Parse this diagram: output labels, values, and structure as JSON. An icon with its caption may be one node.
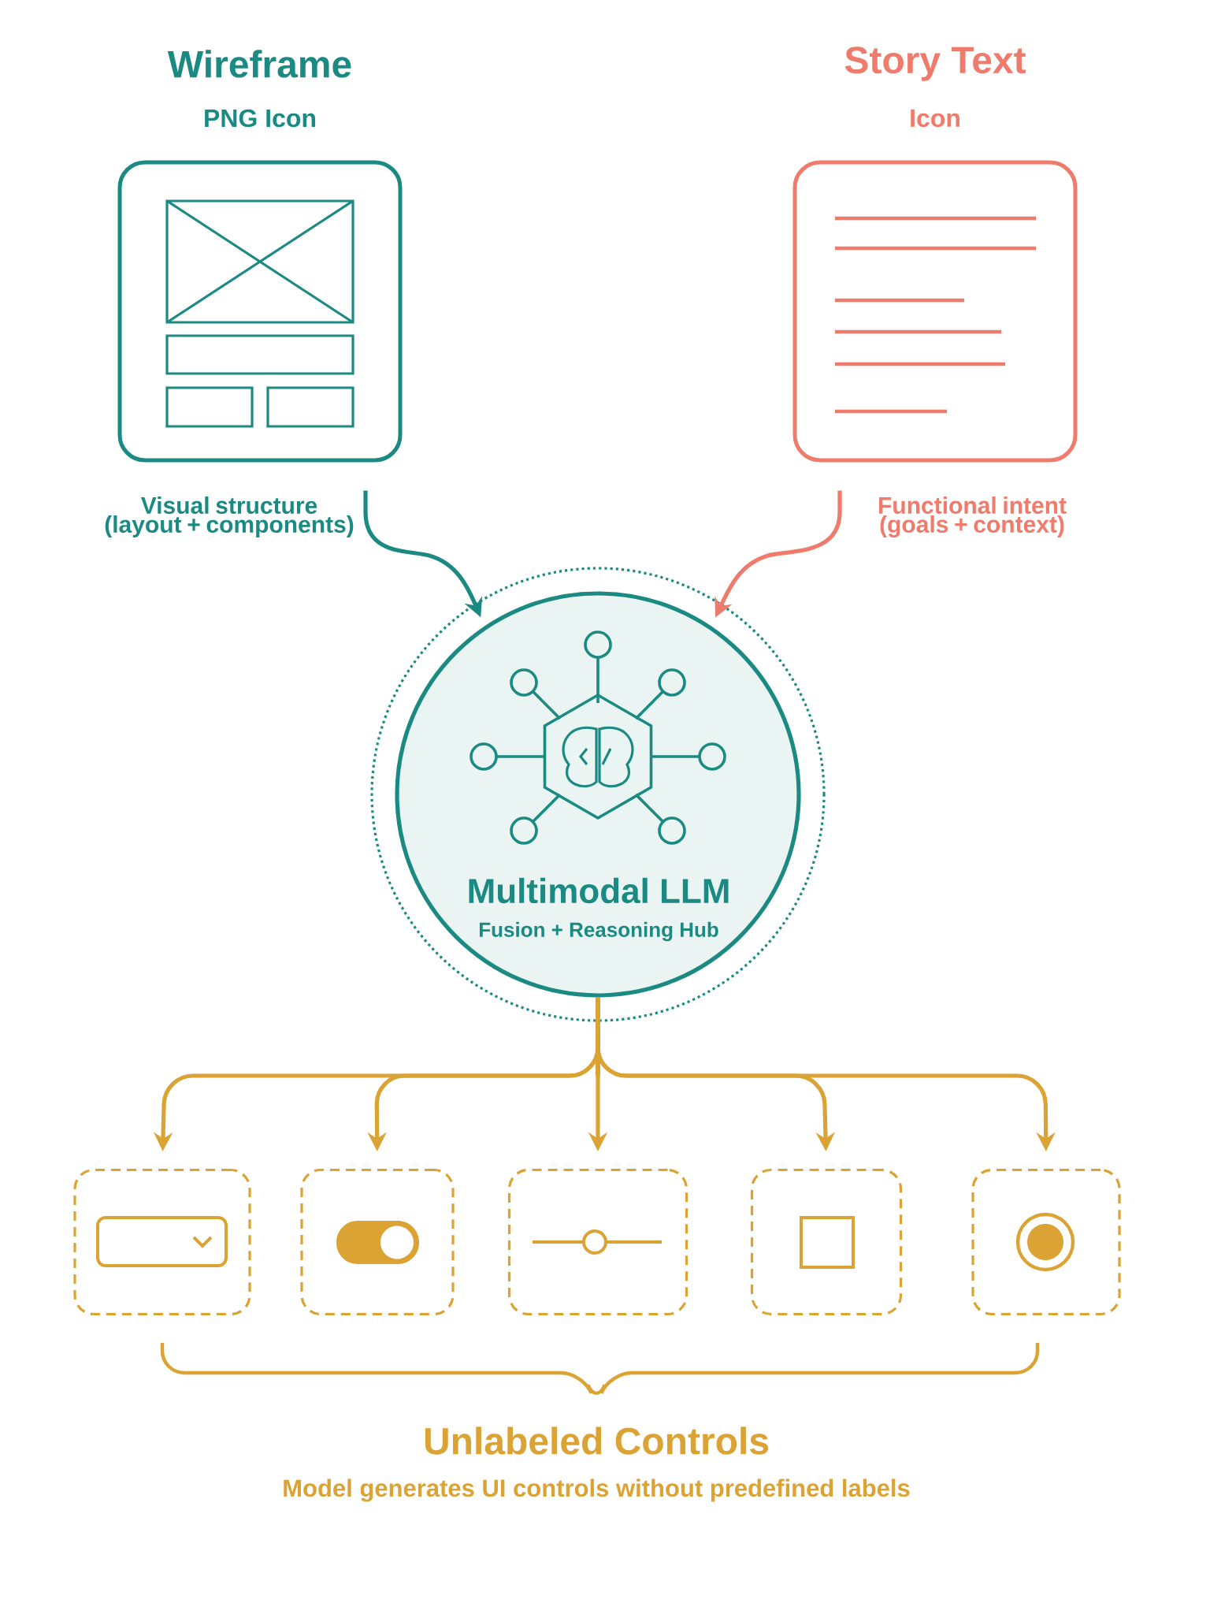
{
  "diagram": {
    "nodes": [
      {
        "text": [
          "Wireframe",
          "PNG Icon"
        ],
        "beside": [
          "Visual structure (layout + components)"
        ]
      },
      {
        "text": [
          "Story Text",
          "Icon"
        ],
        "beside": [
          "Functional intent (goals + context)"
        ]
      },
      {
        "text": [
          "Multimodal LLM",
          "Fusion + Reasoning Hub"
        ]
      },
      {
        "text": [],
        "shape": "box"
      },
      {
        "text": [],
        "shape": "box"
      },
      {
        "text": [],
        "shape": "box"
      },
      {
        "text": [],
        "shape": "box"
      },
      {
        "text": [],
        "shape": "box"
      }
    ],
    "edges": [
      {
        "from": 0,
        "to": 2,
        "arrow": "to",
        "color": "#1a8a82"
      },
      {
        "from": 1,
        "to": 2,
        "arrow": "to",
        "color": "#ee7b6b"
      },
      {
        "from": 2,
        "to": 3,
        "arrow": "to"
      },
      {
        "from": 2,
        "to": 4,
        "arrow": "to"
      },
      {
        "from": 2,
        "to": 5,
        "arrow": "to"
      },
      {
        "from": 2,
        "to": 6,
        "arrow": "to"
      },
      {
        "from": 2,
        "to": 7,
        "arrow": "to"
      }
    ],
    "labels": [
      "Unlabeled Controls",
      "Model generates UI controls without predefined labels"
    ]
  }
}
